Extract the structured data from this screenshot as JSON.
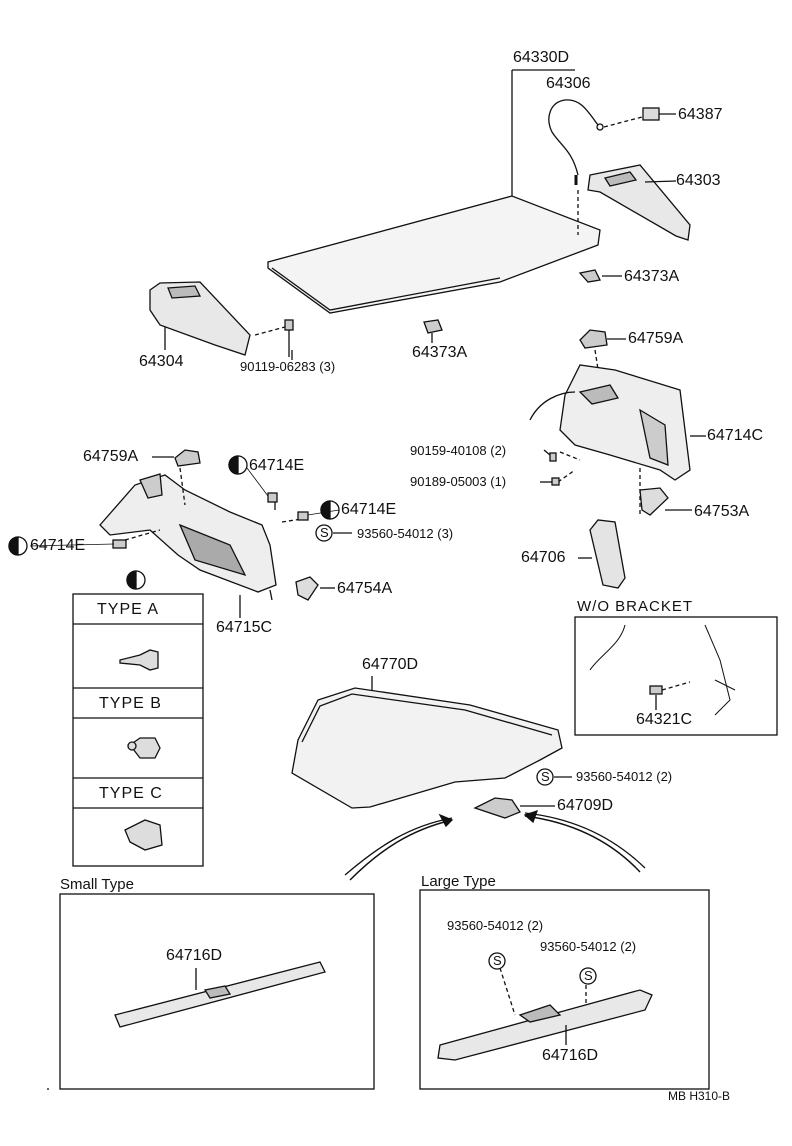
{
  "parts": {
    "p64330D": "64330D",
    "p64306": "64306",
    "p64387": "64387",
    "p64303": "64303",
    "p64373A_r": "64373A",
    "p64304": "64304",
    "bolt_90119": "90119-06283 (3)",
    "p64373A_c": "64373A",
    "p64759A_r": "64759A",
    "p64714C": "64714C",
    "bolt_90159": "90159-40108 (2)",
    "bolt_90189": "90189-05003 (1)",
    "p64753A": "64753A",
    "p64706": "64706",
    "p64759A_l": "64759A",
    "p64714E_1": "64714E",
    "p64714E_2": "64714E",
    "p64714E_3": "64714E",
    "screw_93560_3": "93560-54012 (3)",
    "p64754A": "64754A",
    "p64715C": "64715C",
    "p64770D": "64770D",
    "screw_93560_2": "93560-54012 (2)",
    "p64709D": "64709D",
    "p64321C": "64321C",
    "p64716D_small": "64716D",
    "p64716D_large": "64716D",
    "screw_93560_L1": "93560-54012 (2)",
    "screw_93560_L2": "93560-54012 (2)"
  },
  "boxes": {
    "wo_bracket": "W/O  BRACKET",
    "small_type": "Small Type",
    "large_type": "Large Type"
  },
  "types": {
    "a": "TYPE  A",
    "b": "TYPE  B",
    "c": "TYPE  C"
  },
  "symbols": {
    "s": "S"
  },
  "footer": "MB  H310-B"
}
